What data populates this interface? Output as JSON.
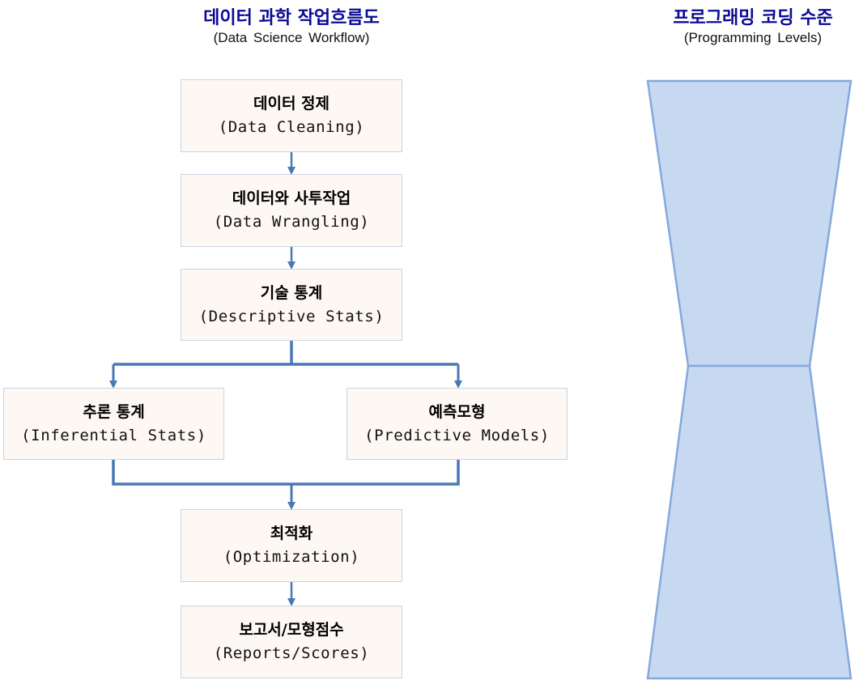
{
  "workflow": {
    "title": "데이터 과학 작업흐름도",
    "subtitle": "(Data Science Workflow)",
    "steps": {
      "cleaning": {
        "ko": "데이터 정제",
        "en": "(Data Cleaning)"
      },
      "wrangling": {
        "ko": "데이터와 사투작업",
        "en": "(Data Wrangling)"
      },
      "descriptive": {
        "ko": "기술 통계",
        "en": "(Descriptive Stats)"
      },
      "inferential": {
        "ko": "추론 통계",
        "en": "(Inferential Stats)"
      },
      "predictive": {
        "ko": "예측모형",
        "en": "(Predictive Models)"
      },
      "optimization": {
        "ko": "최적화",
        "en": "(Optimization)"
      },
      "reports": {
        "ko": "보고서/모형점수",
        "en": "(Reports/Scores)"
      }
    }
  },
  "levels": {
    "title": "프로그래밍 코딩 수준",
    "subtitle": "(Programming Levels)"
  },
  "colors": {
    "title": "#0a0a96",
    "box_fill": "#fdf8f3",
    "box_border": "#c9d3e4",
    "connector": "#4a78b4",
    "hourglass_fill": "#c6d9f1",
    "hourglass_stroke": "#86a8dc"
  }
}
